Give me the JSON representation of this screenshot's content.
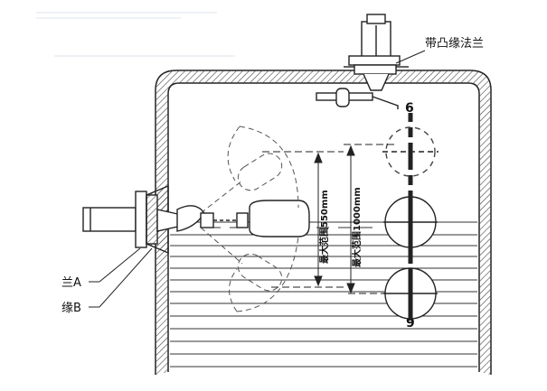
{
  "labels": {
    "flange_top": "带凸缘法兰",
    "flange_a": "兰A",
    "flange_b": "缘B",
    "marker_top": "6",
    "marker_bottom": "9",
    "range_550": "最大范围550mm",
    "range_1000": "最大范围1000mm"
  },
  "colors": {
    "line": "#222222",
    "hatch": "#555555",
    "liquid_line": "#333333",
    "faint": "#cfcfcf"
  }
}
